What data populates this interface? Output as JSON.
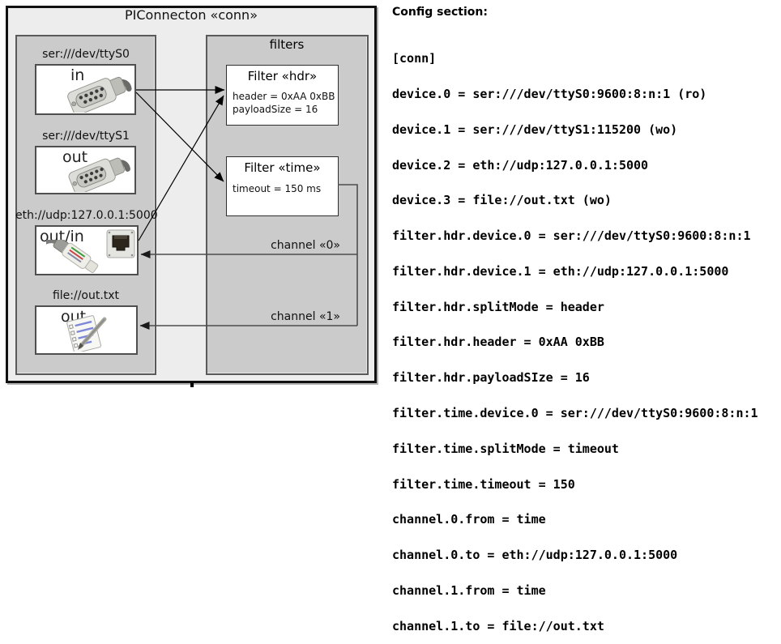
{
  "diagram": {
    "title": "PIConnecton «conn»",
    "filters_label": "filters",
    "devices": [
      {
        "uri": "ser:///dev/ttyS0",
        "direction": "in",
        "icon": "serial-connector"
      },
      {
        "uri": "ser:///dev/ttyS1",
        "direction": "out",
        "icon": "serial-connector"
      },
      {
        "uri": "eth://udp:127.0.0.1:5000",
        "direction": "out/in",
        "icon": "ethernet-port-and-cable"
      },
      {
        "uri": "file://out.txt",
        "direction": "out",
        "icon": "notepad-with-pen"
      }
    ],
    "filters": [
      {
        "title": "Filter «hdr»",
        "attributes": [
          "header = 0xAA 0xBB",
          "payloadSize = 16"
        ]
      },
      {
        "title": "Filter «time»",
        "attributes": [
          "timeout = 150 ms"
        ]
      }
    ],
    "channels": [
      {
        "label": "channel «0»"
      },
      {
        "label": "channel «1»"
      }
    ],
    "colors": {
      "outer_fill": "#ededed",
      "group_fill": "#cbcbcb",
      "box_fill": "#ffffff",
      "line": "#000000",
      "channel_line": "#4d4d4d"
    }
  },
  "config": {
    "heading": "Config section:",
    "lines": [
      "[conn]",
      "device.0 = ser:///dev/ttyS0:9600:8:n:1 (ro)",
      "device.1 = ser:///dev/ttyS1:115200 (wo)",
      "device.2 = eth://udp:127.0.0.1:5000",
      "device.3 = file://out.txt (wo)",
      "filter.hdr.device.0 = ser:///dev/ttyS0:9600:8:n:1",
      "filter.hdr.device.1 = eth://udp:127.0.0.1:5000",
      "filter.hdr.splitMode = header",
      "filter.hdr.header = 0xAA 0xBB",
      "filter.hdr.payloadSIze = 16",
      "filter.time.device.0 = ser:///dev/ttyS0:9600:8:n:1",
      "filter.time.splitMode = timeout",
      "filter.time.timeout = 150",
      "channel.0.from = time",
      "channel.0.to = eth://udp:127.0.0.1:5000",
      "channel.1.from = time",
      "channel.1.to = file://out.txt"
    ]
  }
}
